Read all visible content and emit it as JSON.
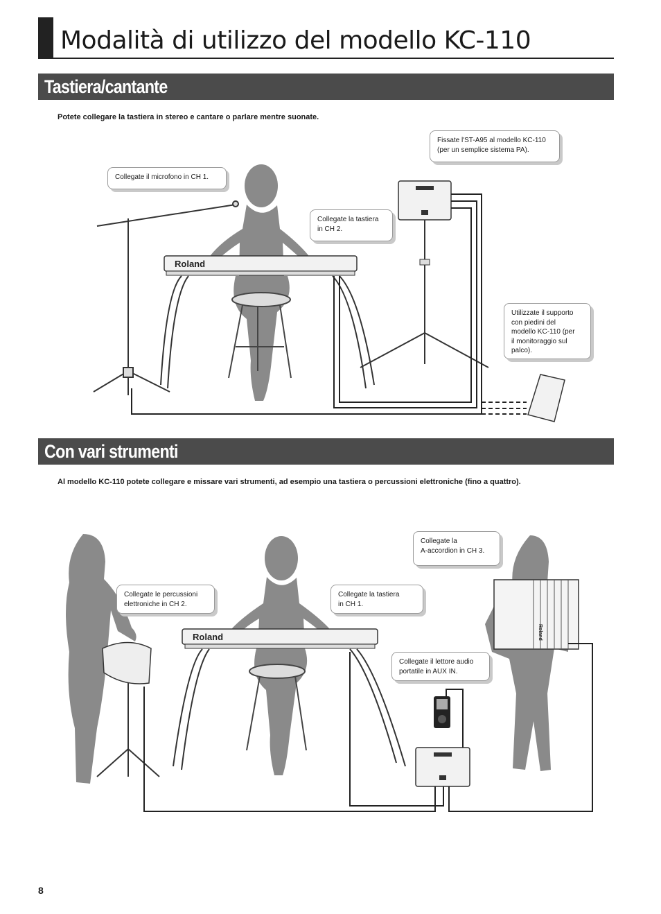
{
  "page": {
    "title": "Modalità di utilizzo del modello KC-110",
    "number": "8"
  },
  "section1": {
    "heading": "Tastiera/cantante",
    "intro": "Potete collegare la tastiera in stereo e cantare o parlare mentre suonate.",
    "callouts": {
      "mic": "Collegate il microfono in CH 1.",
      "keyboard_line1": "Collegate la tastiera",
      "keyboard_line2": "in CH 2.",
      "stand_line1": "Fissate l'ST-A95 al modello KC-110",
      "stand_line2": "(per un semplice sistema PA).",
      "feet_line1": "Utilizzate il supporto",
      "feet_line2": "con piedini del",
      "feet_line3": "modello KC-110 (per",
      "feet_line4": "il monitoraggio sul",
      "feet_line5": "palco)."
    },
    "keyboard_brand": "Roland"
  },
  "section2": {
    "heading": "Con vari strumenti",
    "intro": "Al modello KC-110 potete collegare e missare vari strumenti, ad esempio una tastiera o percussioni elettroniche (fino a quattro).",
    "callouts": {
      "perc_line1": "Collegate le percussioni",
      "perc_line2": "elettroniche in CH 2.",
      "kbd_line1": "Collegate la tastiera",
      "kbd_line2": "in CH 1.",
      "acc_line1": "Collegate la",
      "acc_line2": "A-accordion in CH 3.",
      "audio_line1": "Collegate il lettore audio",
      "audio_line2": "portatile in AUX IN."
    },
    "keyboard_brand": "Roland",
    "accordion_brand": "Roland"
  },
  "colors": {
    "section_bar": "#4b4b4b",
    "silhouette": "#8a8a8a",
    "cable": "#222222"
  }
}
